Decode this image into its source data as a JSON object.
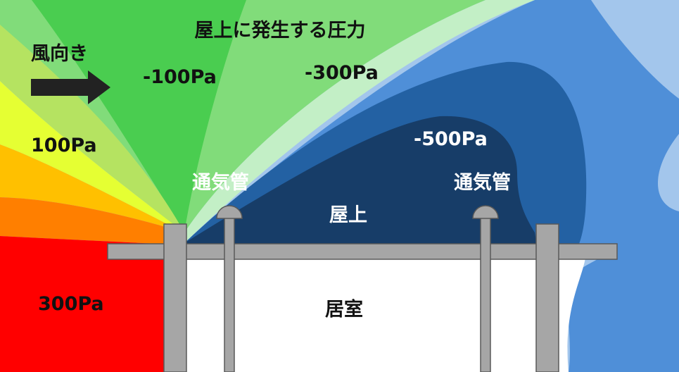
{
  "diagram": {
    "title": "屋上に発生する圧力",
    "wind_label": "風向き",
    "pressure_labels": {
      "p100": "100Pa",
      "p300": "300Pa",
      "m100": "-100Pa",
      "m300": "-300Pa",
      "m500": "-500Pa"
    },
    "vent_left": "通気管",
    "vent_right": "通気管",
    "roof": "屋上",
    "room": "居室"
  },
  "colors": {
    "red": "#ff0000",
    "orange": "#ff7f00",
    "amber": "#ffc000",
    "yellow": "#e5ff33",
    "yellow_green": "#b5e361",
    "light_green": "#81dc7a",
    "green": "#4acd50",
    "pale_green": "#c3efc6",
    "pale_blue": "#a3c6ec",
    "mid_blue": "#4f8fd8",
    "dark_blue": "#2361a3",
    "navy": "#173d68",
    "structure_gray": "#a6a6a6",
    "arrow_black": "#222222"
  }
}
